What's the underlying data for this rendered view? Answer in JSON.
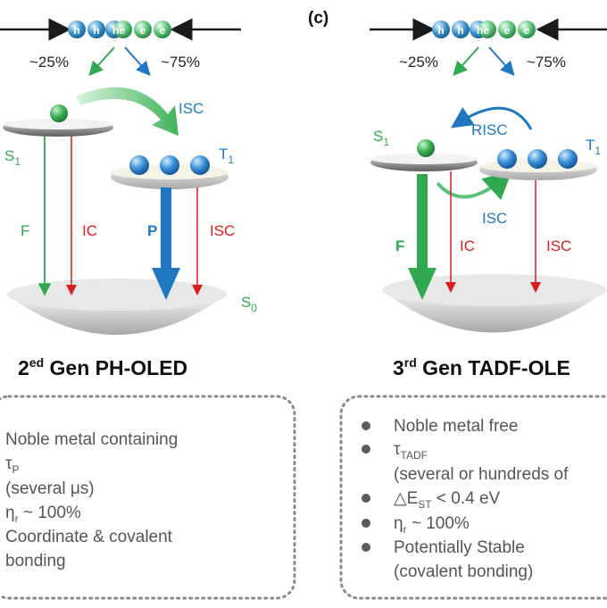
{
  "panel_label": "(c)",
  "left": {
    "injection": [
      "h",
      "h",
      "he",
      "e",
      "e"
    ],
    "pct_left": "~25%",
    "pct_right": "~75%",
    "isc_top": "ISC",
    "s1": "S",
    "s1_sub": "1",
    "t1": "T",
    "t1_sub": "1",
    "s0": "S",
    "s0_sub": "0",
    "f": "F",
    "ic": "IC",
    "p": "P",
    "isc_down": "ISC",
    "title_pre": "2",
    "title_sup": "ed",
    "title_post": " Gen PH-OLED",
    "items": [
      "Noble metal containing",
      "τ",
      "(several μs)",
      "η",
      "Coordinate & covalent",
      "bonding"
    ],
    "tau_sub": "P",
    "eta_sub": "r",
    "eta_tail": " ~ 100%"
  },
  "right": {
    "injection": [
      "h",
      "h",
      "he",
      "e",
      "e"
    ],
    "pct_left": "~25%",
    "pct_right": "~75%",
    "risc": "RISC",
    "isc_mid": "ISC",
    "s1": "S",
    "s1_sub": "1",
    "t1": "T",
    "t1_sub": "1",
    "f": "F",
    "ic": "IC",
    "isc_down": "ISC",
    "title_pre": "3",
    "title_sup": "rd",
    "title_post": " Gen TADF-OLE",
    "items": [
      "Noble metal free",
      "τ",
      "(several or hundreds of",
      "△E",
      "η",
      "Potentially Stable",
      "(covalent bonding)"
    ],
    "tau_sub": "TADF",
    "dest_sub": "ST",
    "dest_tail": " < 0.4 eV",
    "eta_sub": "r",
    "eta_tail": " ~ 100%"
  },
  "colors": {
    "green": "#2fa84f",
    "blue": "#1f78c1",
    "red": "#d81e1e",
    "dark": "#1a1a1a"
  }
}
